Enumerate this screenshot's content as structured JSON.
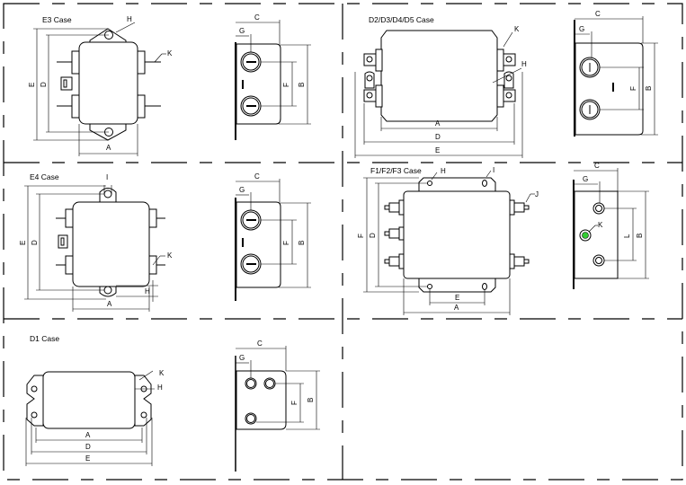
{
  "panels": {
    "e3": {
      "title": "E3 Case",
      "labels": {
        "H": "H",
        "K": "K",
        "E": "E",
        "D": "D",
        "A": "A",
        "C": "C",
        "G": "G",
        "F": "F",
        "B": "B"
      }
    },
    "d2": {
      "title": "D2/D3/D4/D5 Case",
      "labels": {
        "K": "K",
        "H": "H",
        "A": "A",
        "D": "D",
        "E": "E",
        "C": "C",
        "G": "G",
        "F": "F",
        "B": "B"
      }
    },
    "e4": {
      "title": "E4 Case",
      "labels": {
        "I": "I",
        "E": "E",
        "D": "D",
        "K": "K",
        "H": "H",
        "A": "A",
        "C": "C",
        "G": "G",
        "F": "F",
        "B": "B"
      }
    },
    "f1": {
      "title": "F1/F2/F3 Case",
      "labels": {
        "H": "H",
        "I": "I",
        "J": "J",
        "F": "F",
        "D": "D",
        "E": "E",
        "A": "A",
        "C": "C",
        "G": "G",
        "K": "K",
        "L": "L",
        "B": "B"
      }
    },
    "d1": {
      "title": "D1 Case",
      "labels": {
        "K": "K",
        "H": "H",
        "A": "A",
        "D": "D",
        "E": "E",
        "C": "C",
        "G": "G",
        "F": "F",
        "B": "B"
      }
    }
  },
  "colors": {
    "ground_terminal": "#3c3",
    "line": "#000000"
  }
}
